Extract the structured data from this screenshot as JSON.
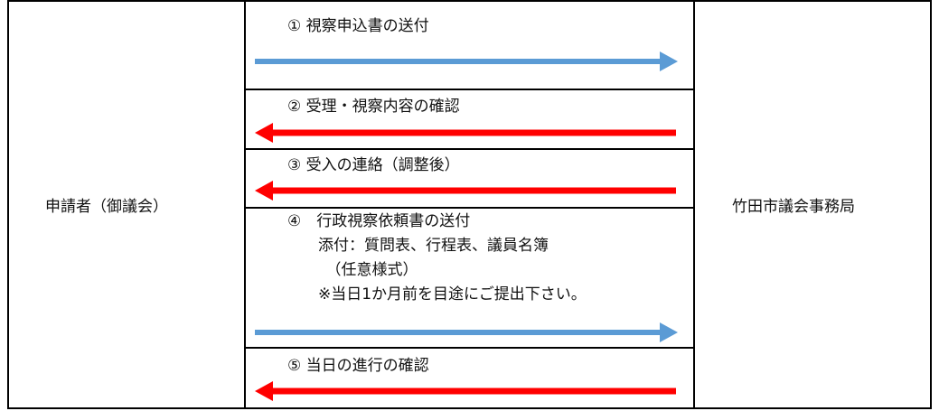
{
  "applicant": "申請者（御議会）",
  "office": "竹田市議会事務局",
  "colors": {
    "to_office": "#5b9bd5",
    "to_applicant": "#ff0000"
  },
  "steps": [
    {
      "lines": [
        "① 視察申込書の送付"
      ],
      "direction": "right"
    },
    {
      "lines": [
        "② 受理・視察内容の確認"
      ],
      "direction": "left"
    },
    {
      "lines": [
        "③ 受入の連絡（調整後）"
      ],
      "direction": "left"
    },
    {
      "lines": [
        "④　行政視察依頼書の送付",
        "　　添付：質問表、行程表、議員名簿",
        "　　　（任意様式）",
        "　　※当日1か月前を目途にご提出下さい。"
      ],
      "direction": "right"
    },
    {
      "lines": [
        "⑤ 当日の進行の確認"
      ],
      "direction": "left"
    }
  ]
}
